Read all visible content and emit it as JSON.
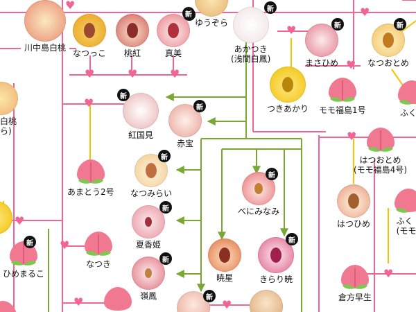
{
  "badge_text": "新",
  "colors": {
    "pink_line": "#f06496",
    "green_line": "#78a832",
    "yellow_line": "#f2c400",
    "heart": "#f06496",
    "badge_bg": "#111111"
  },
  "varieties": {
    "kawanakajima": "川中島白桃",
    "natsukko": "なつっこ",
    "tokou": "桃紅",
    "masami": "真美",
    "yuzora": "ゆうぞら",
    "akatsuki": "あかつき\n(浅間白鳳)",
    "masahime": "まさひめ",
    "natsuotome": "なつおとめ",
    "tsukiakari": "つきあかり",
    "momofukushima1": "モモ福島1号",
    "fuku_top": "ふく",
    "amatou2": "あまとう2号",
    "kokkoku": "紅国見",
    "akatama": "赤宝",
    "natsumirai": "なつみらい",
    "beniminami": "べにみなみ",
    "hatsuotome": "はつおとめ\n(モモ福島4号)",
    "fuku_mid": "ふく\n(モモ",
    "hatsuhime": "はつひめ",
    "kakohime": "夏香姫",
    "gyosei": "暁星",
    "kirariakatsuki": "きらり暁",
    "natsuki": "なつき",
    "himemaruko": "ひめまるこ",
    "reiho": "嶺鳳",
    "kurakata": "倉方早生",
    "left_partial": "白桃\nら)"
  }
}
